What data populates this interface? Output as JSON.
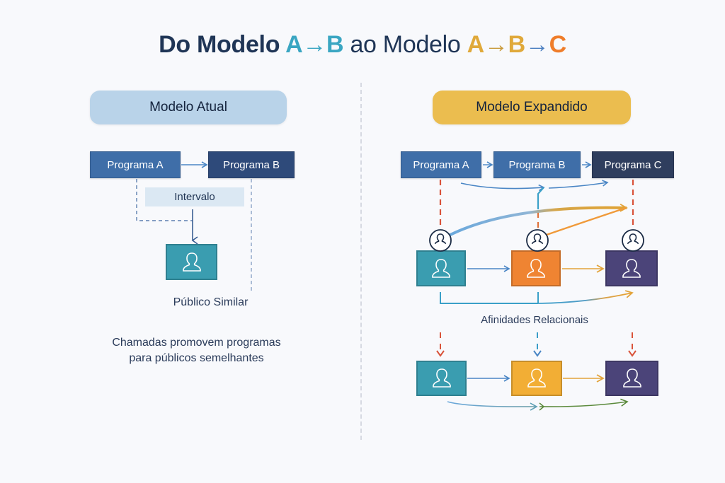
{
  "title": {
    "prefix": "Do Modelo ",
    "a1": "A",
    "arrow1": "→",
    "b1": "B",
    "middle": " ao Modelo ",
    "a2": "A",
    "arrow2": "→",
    "b2": "B",
    "arrow3": "→",
    "c2": "C"
  },
  "colors": {
    "title_dark": "#1f3556",
    "title_teal": "#3aa6c2",
    "title_gold": "#e0a93a",
    "title_blue_arrow": "#4a7ec0",
    "title_orange": "#ef7d2a",
    "current_pill": "#b9d3e9",
    "expanded_pill": "#ebbd4f",
    "program_blue": "#3f6ea8",
    "program_navy": "#2e4a7a",
    "program_dark": "#2f3e5e",
    "teal": "#3a9db0",
    "orange": "#ef8432",
    "purple": "#4b4479",
    "yellow": "#f2ae35",
    "dash_red": "#d9533a"
  },
  "current_model": {
    "heading": "Modelo Atual",
    "program_a": "Programa A",
    "program_b": "Programa B",
    "interval": "Intervalo",
    "audience_label": "Público Similar",
    "caption_line1": "Chamadas promovem programas",
    "caption_line2": "para públicos semelhantes"
  },
  "expanded_model": {
    "heading": "Modelo Expandido",
    "program_a": "Programa A",
    "program_b": "Programa B",
    "program_c": "Programa C",
    "affinities_label": "Afinidades Relacionais"
  }
}
